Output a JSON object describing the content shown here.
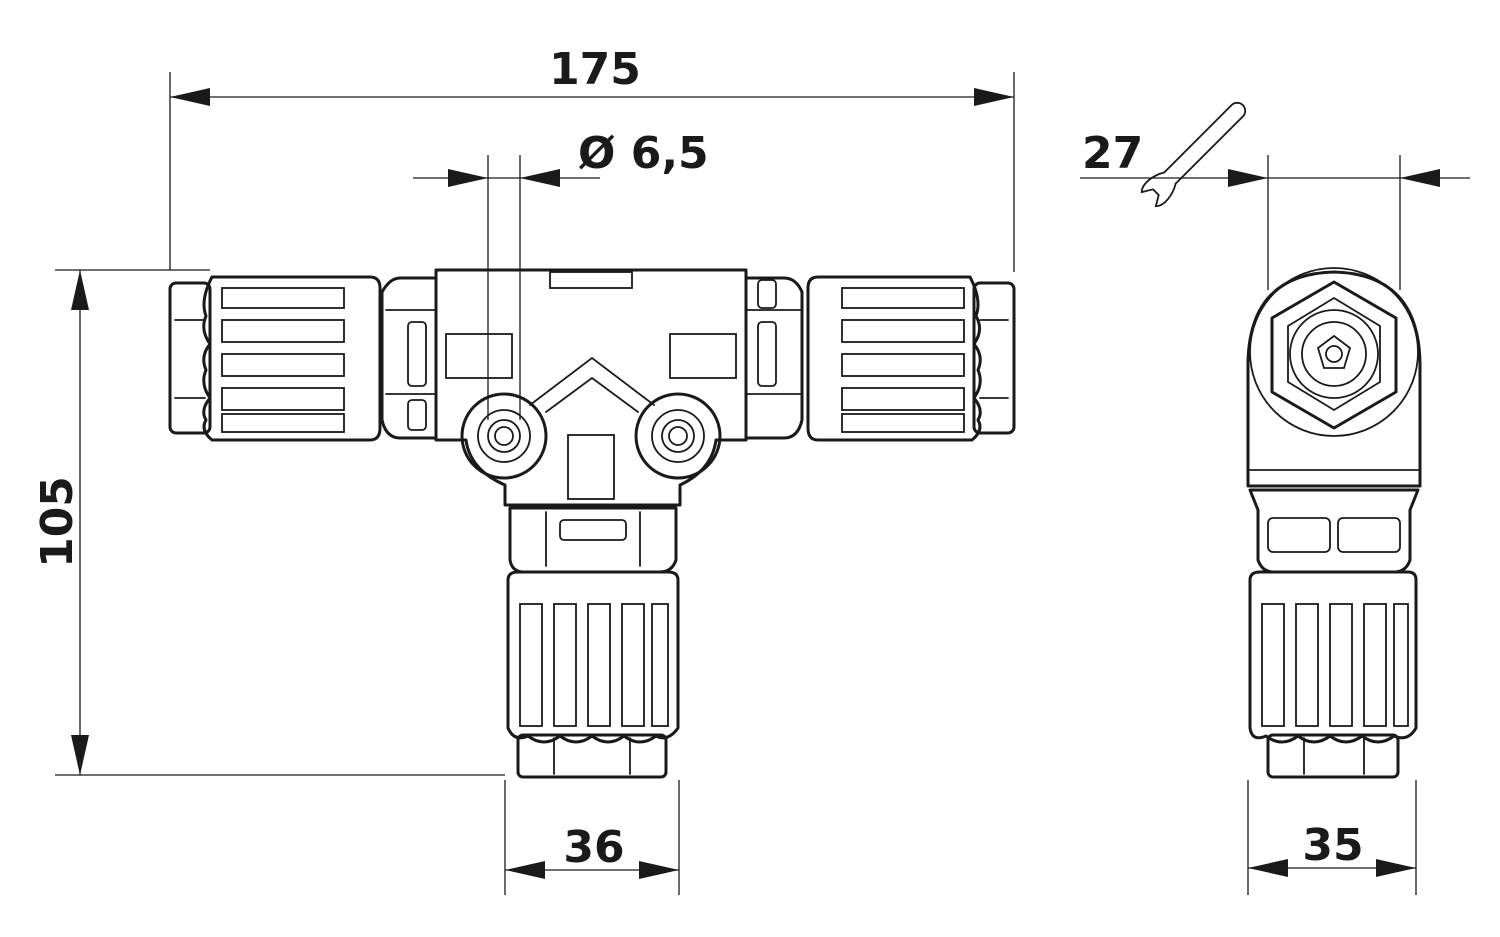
{
  "dimensions": {
    "overall_width": "175",
    "pin_diameter": "Ø 6,5",
    "height": "105",
    "bottom_width": "36",
    "wrench_size": "27",
    "side_width": "35"
  },
  "icons": {
    "wrench": "wrench-icon"
  },
  "colors": {
    "line": "#1a1a1a",
    "background": "#ffffff"
  }
}
